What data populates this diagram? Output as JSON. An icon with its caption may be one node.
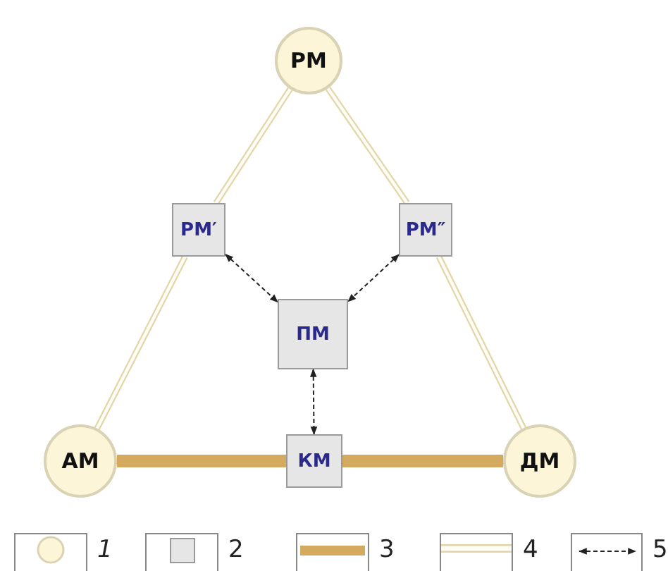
{
  "diagram": {
    "nodes": [
      {
        "text": [
          "РМ"
        ]
      },
      {
        "text": [
          "РМ′"
        ]
      },
      {
        "text": [
          "РМ″"
        ]
      },
      {
        "text": [
          "ПМ"
        ]
      },
      {
        "text": [
          "АМ"
        ]
      },
      {
        "text": [
          "КМ"
        ]
      },
      {
        "text": [
          "ДМ"
        ]
      }
    ],
    "edges": [
      {
        "from": 0,
        "to": 1,
        "arrow": "none"
      },
      {
        "from": 1,
        "to": 4,
        "arrow": "none"
      },
      {
        "from": 0,
        "to": 2,
        "arrow": "none"
      },
      {
        "from": 2,
        "to": 6,
        "arrow": "none"
      },
      {
        "from": 4,
        "to": 5,
        "arrow": "none",
        "style": "thick",
        "color": "#d4aa60"
      },
      {
        "from": 5,
        "to": 6,
        "arrow": "none",
        "style": "thick",
        "color": "#d4aa60"
      },
      {
        "from": 1,
        "to": 3,
        "arrow": "both",
        "style": "dashed",
        "color": "#222222"
      },
      {
        "from": 2,
        "to": 3,
        "arrow": "both",
        "style": "dashed",
        "color": "#222222"
      },
      {
        "from": 3,
        "to": 5,
        "arrow": "both",
        "style": "dashed",
        "color": "#222222"
      }
    ],
    "legend": [
      {
        "text": "1"
      },
      {
        "text": "2"
      },
      {
        "text": "3"
      },
      {
        "text": "4"
      },
      {
        "text": "5"
      }
    ]
  }
}
